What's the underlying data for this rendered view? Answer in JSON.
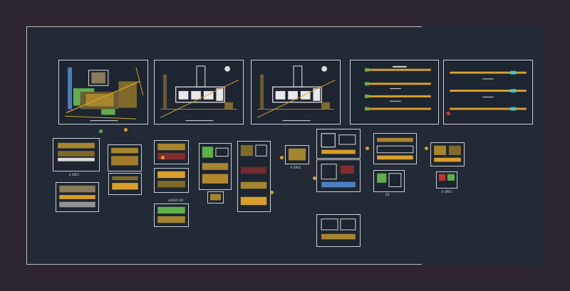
{
  "drawing_labels": {
    "sheet_b": "E SPEC",
    "sheet_f": "LARGO 85",
    "sheet_h": "E SPEC",
    "sheet_k": "A3",
    "sheet_m": "E SPEC"
  },
  "colors": {
    "workspace": "#2d2630",
    "model_space": "#212a35",
    "frame": "#c9ced6",
    "accent_yellow": "#d8a02a",
    "accent_green": "#5fb04a",
    "accent_red": "#c8322c",
    "accent_cyan": "#38c6d6"
  }
}
